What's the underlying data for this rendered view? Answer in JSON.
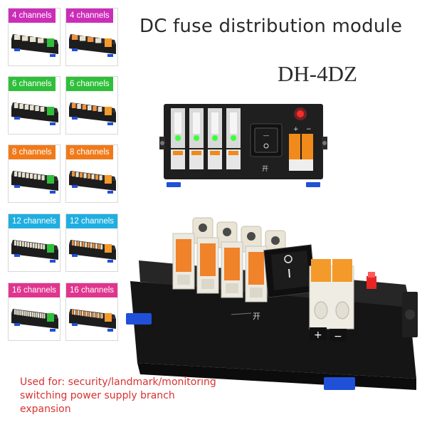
{
  "headline": "DC fuse distribution module",
  "model": "DH-4DZ",
  "usage": [
    "Used for: security/landmark/monitoring",
    "switching power supply branch",
    "expansion"
  ],
  "variants": [
    {
      "label": "4 channels",
      "color": "#cc2db8"
    },
    {
      "label": "4 channels",
      "color": "#cc2db8"
    },
    {
      "label": "6 channels",
      "color": "#2fbf3a"
    },
    {
      "label": "6 channels",
      "color": "#2fbf3a"
    },
    {
      "label": "8 channels",
      "color": "#f07a1a"
    },
    {
      "label": "8 channels",
      "color": "#f07a1a"
    },
    {
      "label": "12 channels",
      "color": "#20aee0"
    },
    {
      "label": "12 channels",
      "color": "#20aee0"
    },
    {
      "label": "16 channels",
      "color": "#e0358e"
    },
    {
      "label": "16 channels",
      "color": "#e0358e"
    }
  ],
  "panel_markings": {
    "switch_label": "开",
    "plus": "+",
    "minus": "−"
  }
}
